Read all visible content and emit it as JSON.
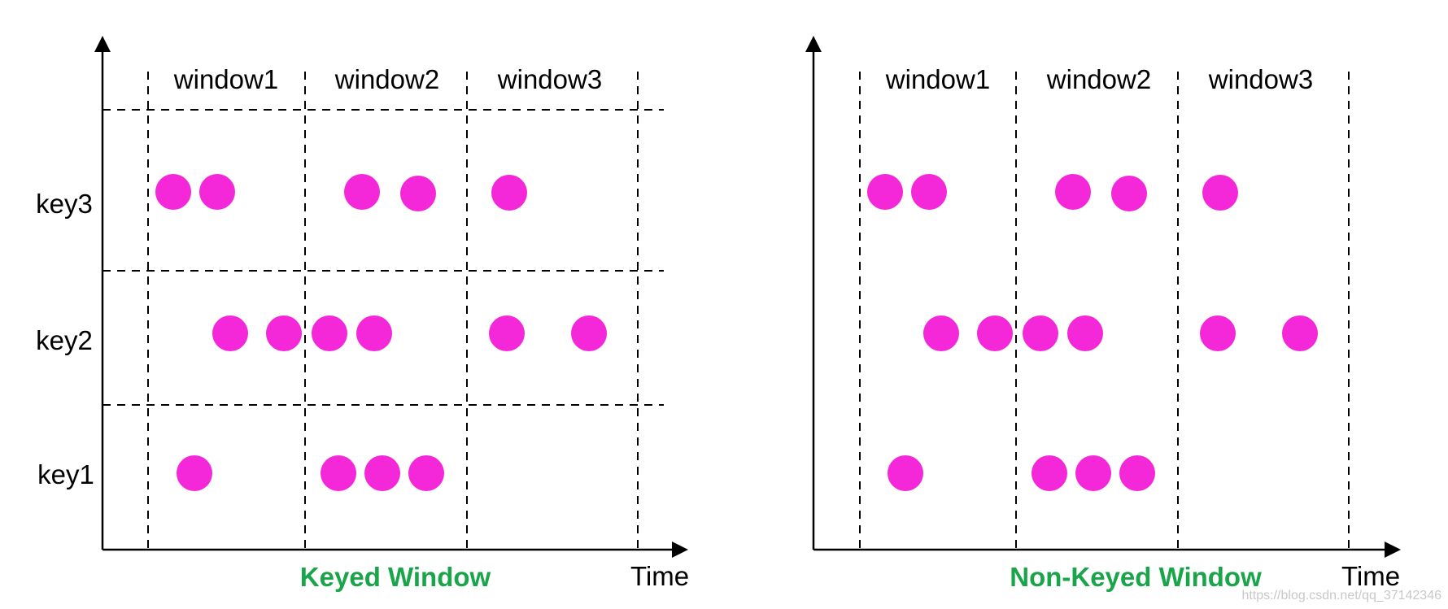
{
  "colors": {
    "event": "#f428d8",
    "title": "#1aa54a",
    "line": "#000000"
  },
  "panels": [
    {
      "title": "Keyed Window",
      "axis_label": "Time",
      "windows": [
        "window1",
        "window2",
        "window3"
      ],
      "keys": [
        "key3",
        "key2",
        "key1"
      ],
      "show_key_rows": true,
      "events": [
        {
          "key": "key3",
          "count": 2,
          "window": "window1"
        },
        {
          "key": "key3",
          "count": 2,
          "window": "window2"
        },
        {
          "key": "key3",
          "count": 1,
          "window": "window3"
        },
        {
          "key": "key2",
          "count": 2,
          "window": "window1"
        },
        {
          "key": "key2",
          "count": 2,
          "window": "window2"
        },
        {
          "key": "key2",
          "count": 2,
          "window": "window3"
        },
        {
          "key": "key1",
          "count": 1,
          "window": "window1"
        },
        {
          "key": "key1",
          "count": 3,
          "window": "window2"
        }
      ]
    },
    {
      "title": "Non-Keyed Window",
      "axis_label": "Time",
      "windows": [
        "window1",
        "window2",
        "window3"
      ],
      "keys": [],
      "show_key_rows": false
    }
  ],
  "watermark": "https://blog.csdn.net/qq_37142346"
}
